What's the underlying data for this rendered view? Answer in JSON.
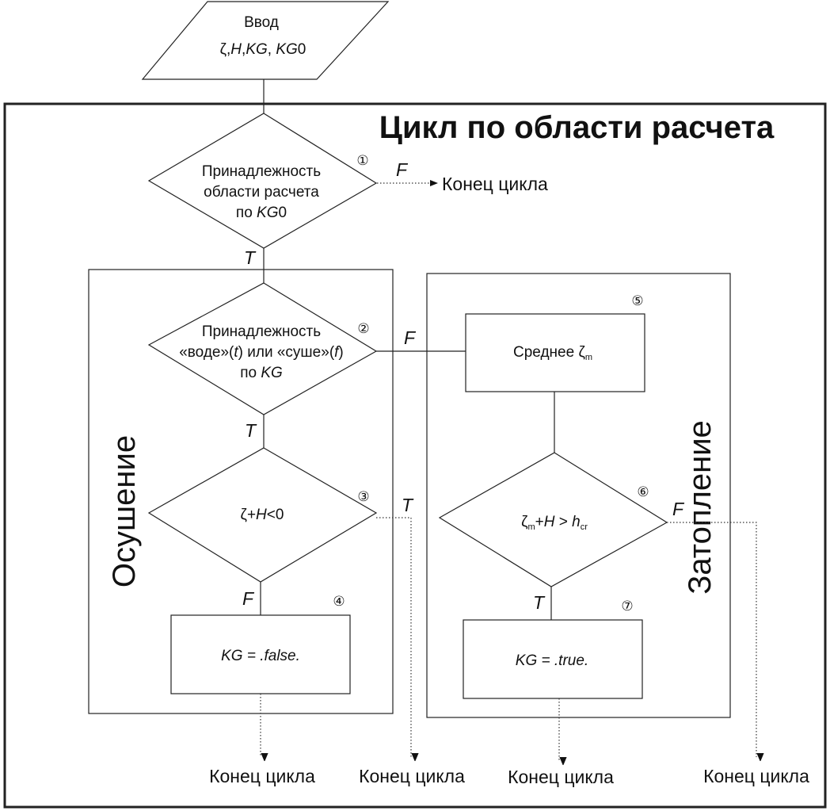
{
  "input_block": {
    "line1": "Ввод",
    "vars": {
      "zeta": "ζ",
      "sep1": ",",
      "H": "H",
      "sep2": ",",
      "KG": "KG",
      "sep3": ", ",
      "KG0_name": "KG",
      "KG0_suffix": "0"
    }
  },
  "loop": {
    "title": "Цикл по области расчета"
  },
  "decision1": {
    "number": "①",
    "line1": "Принадлежность",
    "line2": "области расчета",
    "line3_prefix": "по ",
    "line3_var": "KG",
    "line3_suffix": "0",
    "false_label": "F",
    "true_label": "T",
    "false_target": "Конец цикла"
  },
  "drainage": {
    "label": "Осушение",
    "decision2": {
      "number": "②",
      "line1": "Принадлежность",
      "line2_a": "«воде»(",
      "line2_t": "t",
      "line2_b": ") или «суше»(",
      "line2_f": "f",
      "line2_c": ")",
      "line3_prefix": "по ",
      "line3_var": "KG",
      "false_label": "F",
      "true_label": "T"
    },
    "decision3": {
      "number": "③",
      "expr_zeta": "ζ",
      "expr_plus": "+",
      "expr_H": "H",
      "expr_rest": "<0",
      "true_label": "T",
      "false_label": "F",
      "true_target": "Конец цикла"
    },
    "process4": {
      "number": "④",
      "var": "KG",
      "eq": " = ",
      "value": ".false.",
      "target": "Конец цикла"
    }
  },
  "flooding": {
    "label": "Затопление",
    "process5": {
      "number": "⑤",
      "text": "Среднее ",
      "zeta": "ζ",
      "sub": "m"
    },
    "decision6": {
      "number": "⑥",
      "zeta": "ζ",
      "sub_m": "m",
      "plus": "+",
      "H": "H",
      "gt": " > ",
      "h": "h",
      "sub_cr": "cr",
      "false_label": "F",
      "true_label": "T",
      "false_target": "Конец цикла"
    },
    "process7": {
      "number": "⑦",
      "var": "KG",
      "eq": " = ",
      "value": ".true.",
      "target": "Конец цикла"
    }
  }
}
